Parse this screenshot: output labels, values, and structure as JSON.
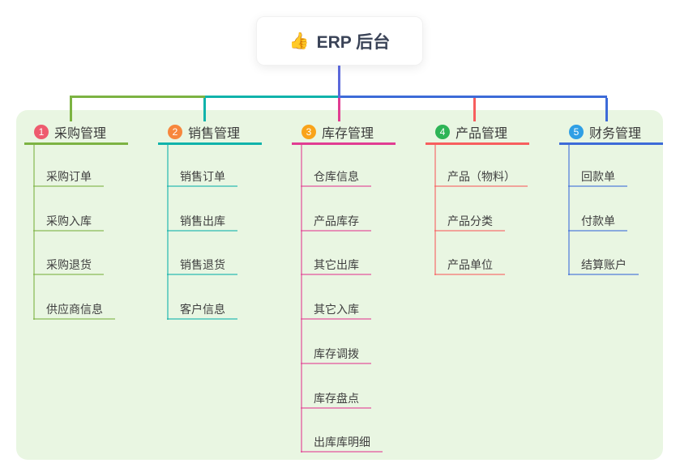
{
  "root": {
    "icon": "👍",
    "title": "ERP 后台"
  },
  "branches": [
    {
      "badge": "1",
      "title": "采购管理",
      "color": "#7cb342",
      "badge_color": "#ee5b6e",
      "children": [
        "采购订单",
        "采购入库",
        "采购退货",
        "供应商信息"
      ]
    },
    {
      "badge": "2",
      "title": "销售管理",
      "color": "#10b3ab",
      "badge_color": "#f7873d",
      "children": [
        "销售订单",
        "销售出库",
        "销售退货",
        "客户信息"
      ]
    },
    {
      "badge": "3",
      "title": "库存管理",
      "color": "#e13d92",
      "badge_color": "#f9a31a",
      "children": [
        "仓库信息",
        "产品库存",
        "其它出库",
        "其它入库",
        "库存调拨",
        "库存盘点",
        "出库库明细"
      ]
    },
    {
      "badge": "4",
      "title": "产品管理",
      "color": "#f75e5e",
      "badge_color": "#2eb456",
      "children": [
        "产品（物料）",
        "产品分类",
        "产品单位"
      ]
    },
    {
      "badge": "5",
      "title": "财务管理",
      "color": "#3d6bd8",
      "badge_color": "#2f9fe5",
      "children": [
        "回款单",
        "付款单",
        "结算账户"
      ]
    }
  ],
  "colors": {
    "canvas_bg": "#ffffff",
    "board_bg": "#e9f6e2",
    "root_stem": "#5b68da",
    "text": "#3f3f3f"
  }
}
